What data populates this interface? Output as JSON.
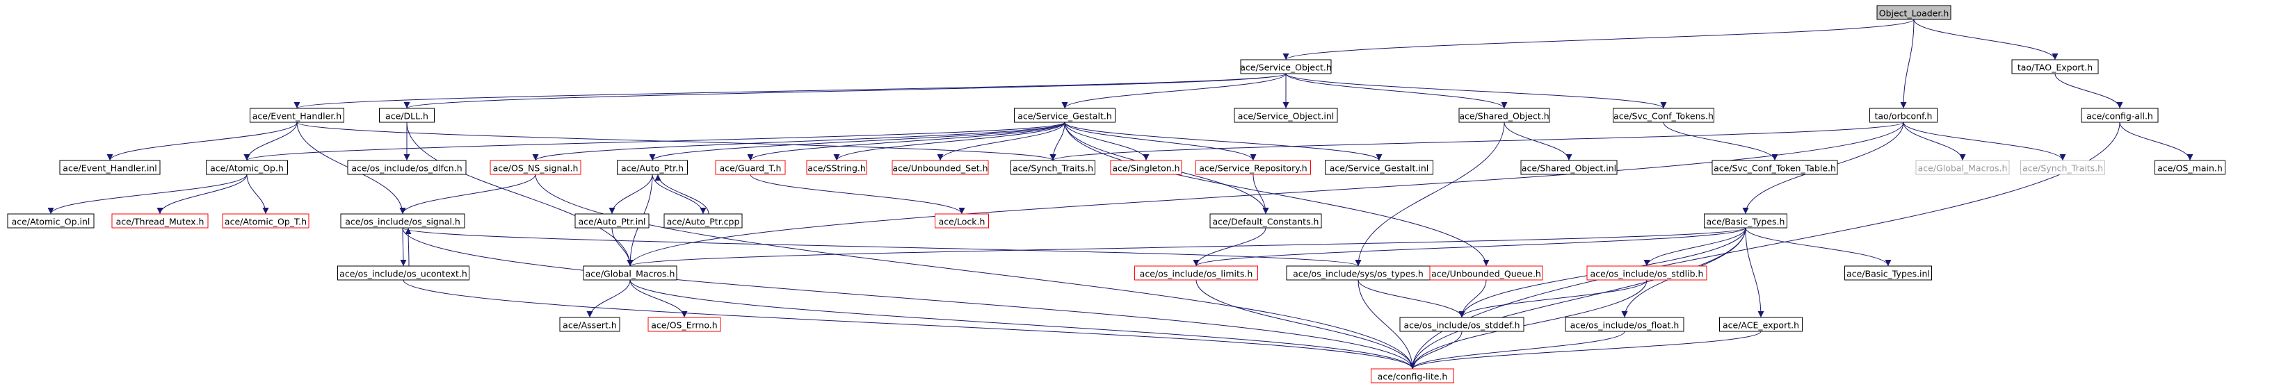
{
  "colors": {
    "edge": "#191970",
    "node_border_normal": "#000000",
    "node_border_missing": "#ff0000",
    "node_border_external": "#bfbfbf",
    "node_fill_root": "#bfbfbf",
    "node_fill": "#ffffff",
    "text_normal": "#000000",
    "text_external": "#9a9a9a"
  },
  "graph": {
    "nodes": [
      {
        "id": "object_loader_h",
        "label": "Object_Loader.h",
        "style": "root"
      },
      {
        "id": "ace_service_object_h",
        "label": "ace/Service_Object.h",
        "style": "normal"
      },
      {
        "id": "tao_tao_export_h",
        "label": "tao/TAO_Export.h",
        "style": "normal"
      },
      {
        "id": "ace_event_handler_h",
        "label": "ace/Event_Handler.h",
        "style": "normal"
      },
      {
        "id": "ace_dll_h",
        "label": "ace/DLL.h",
        "style": "normal"
      },
      {
        "id": "ace_service_gestalt_h",
        "label": "ace/Service_Gestalt.h",
        "style": "normal"
      },
      {
        "id": "ace_service_object_inl",
        "label": "ace/Service_Object.inl",
        "style": "normal"
      },
      {
        "id": "ace_shared_object_h",
        "label": "ace/Shared_Object.h",
        "style": "normal"
      },
      {
        "id": "ace_svc_conf_tokens_h",
        "label": "ace/Svc_Conf_Tokens.h",
        "style": "normal"
      },
      {
        "id": "tao_orbconf_h",
        "label": "tao/orbconf.h",
        "style": "normal"
      },
      {
        "id": "ace_config_all_h",
        "label": "ace/config-all.h",
        "style": "normal"
      },
      {
        "id": "ace_event_handler_inl",
        "label": "ace/Event_Handler.inl",
        "style": "normal"
      },
      {
        "id": "ace_atomic_op_h",
        "label": "ace/Atomic_Op.h",
        "style": "normal"
      },
      {
        "id": "ace_os_include_os_dlfcn_h",
        "label": "ace/os_include/os_dlfcn.h",
        "style": "normal"
      },
      {
        "id": "ace_os_ns_signal_h",
        "label": "ace/OS_NS_signal.h",
        "style": "missing"
      },
      {
        "id": "ace_auto_ptr_h",
        "label": "ace/Auto_Ptr.h",
        "style": "normal"
      },
      {
        "id": "ace_guard_t_h",
        "label": "ace/Guard_T.h",
        "style": "missing"
      },
      {
        "id": "ace_sstring_h",
        "label": "ace/SString.h",
        "style": "missing"
      },
      {
        "id": "ace_unbounded_set_h",
        "label": "ace/Unbounded_Set.h",
        "style": "missing"
      },
      {
        "id": "ace_synch_traits_h",
        "label": "ace/Synch_Traits.h",
        "style": "normal"
      },
      {
        "id": "ace_singleton_h",
        "label": "ace/Singleton.h",
        "style": "missing"
      },
      {
        "id": "ace_service_repository_h",
        "label": "ace/Service_Repository.h",
        "style": "missing"
      },
      {
        "id": "ace_service_gestalt_inl",
        "label": "ace/Service_Gestalt.inl",
        "style": "normal"
      },
      {
        "id": "ace_shared_object_inl",
        "label": "ace/Shared_Object.inl",
        "style": "normal"
      },
      {
        "id": "ace_svc_conf_token_table_h",
        "label": "ace/Svc_Conf_Token_Table.h",
        "style": "normal"
      },
      {
        "id": "ace_global_macros_h_ext",
        "label": "ace/Global_Macros.h",
        "style": "external"
      },
      {
        "id": "ace_synch_traits_h_ext",
        "label": "ace/Synch_Traits.h",
        "style": "external"
      },
      {
        "id": "ace_os_main_h",
        "label": "ace/OS_main.h",
        "style": "normal"
      },
      {
        "id": "ace_atomic_op_inl",
        "label": "ace/Atomic_Op.inl",
        "style": "normal"
      },
      {
        "id": "ace_thread_mutex_h",
        "label": "ace/Thread_Mutex.h",
        "style": "missing"
      },
      {
        "id": "ace_atomic_op_t_h",
        "label": "ace/Atomic_Op_T.h",
        "style": "missing"
      },
      {
        "id": "ace_os_include_os_signal_h",
        "label": "ace/os_include/os_signal.h",
        "style": "normal"
      },
      {
        "id": "ace_auto_ptr_inl",
        "label": "ace/Auto_Ptr.inl",
        "style": "normal"
      },
      {
        "id": "ace_auto_ptr_cpp",
        "label": "ace/Auto_Ptr.cpp",
        "style": "normal"
      },
      {
        "id": "ace_lock_h",
        "label": "ace/Lock.h",
        "style": "missing"
      },
      {
        "id": "ace_default_constants_h",
        "label": "ace/Default_Constants.h",
        "style": "normal"
      },
      {
        "id": "ace_basic_types_h",
        "label": "ace/Basic_Types.h",
        "style": "normal"
      },
      {
        "id": "ace_os_include_os_ucontext_h",
        "label": "ace/os_include/os_ucontext.h",
        "style": "normal"
      },
      {
        "id": "ace_global_macros_h",
        "label": "ace/Global_Macros.h",
        "style": "normal"
      },
      {
        "id": "ace_os_include_os_limits_h",
        "label": "ace/os_include/os_limits.h",
        "style": "missing"
      },
      {
        "id": "ace_os_include_sys_os_types_h",
        "label": "ace/os_include/sys/os_types.h",
        "style": "normal"
      },
      {
        "id": "ace_unbounded_queue_h",
        "label": "ace/Unbounded_Queue.h",
        "style": "missing"
      },
      {
        "id": "ace_os_include_os_stdlib_h",
        "label": "ace/os_include/os_stdlib.h",
        "style": "missing"
      },
      {
        "id": "ace_basic_types_inl",
        "label": "ace/Basic_Types.inl",
        "style": "normal"
      },
      {
        "id": "ace_assert_h",
        "label": "ace/Assert.h",
        "style": "normal"
      },
      {
        "id": "ace_os_errno_h",
        "label": "ace/OS_Errno.h",
        "style": "missing"
      },
      {
        "id": "ace_os_include_os_stddef_h",
        "label": "ace/os_include/os_stddef.h",
        "style": "normal"
      },
      {
        "id": "ace_os_include_os_float_h",
        "label": "ace/os_include/os_float.h",
        "style": "normal"
      },
      {
        "id": "ace_ace_export_h",
        "label": "ace/ACE_export.h",
        "style": "normal"
      },
      {
        "id": "ace_config_lite_h",
        "label": "ace/config-lite.h",
        "style": "missing"
      }
    ],
    "edges": [
      [
        "object_loader_h",
        "ace_service_object_h"
      ],
      [
        "object_loader_h",
        "tao_orbconf_h"
      ],
      [
        "object_loader_h",
        "tao_tao_export_h"
      ],
      [
        "tao_tao_export_h",
        "ace_config_all_h"
      ],
      [
        "ace_config_all_h",
        "ace_os_main_h"
      ],
      [
        "ace_config_all_h",
        "ace_config_lite_h"
      ],
      [
        "ace_service_object_h",
        "ace_event_handler_h"
      ],
      [
        "ace_service_object_h",
        "ace_dll_h"
      ],
      [
        "ace_service_object_h",
        "ace_service_gestalt_h"
      ],
      [
        "ace_service_object_h",
        "ace_service_object_inl"
      ],
      [
        "ace_service_object_h",
        "ace_shared_object_h"
      ],
      [
        "ace_service_object_h",
        "ace_svc_conf_tokens_h"
      ],
      [
        "ace_event_handler_h",
        "ace_event_handler_inl"
      ],
      [
        "ace_event_handler_h",
        "ace_atomic_op_h"
      ],
      [
        "ace_event_handler_h",
        "ace_synch_traits_h"
      ],
      [
        "ace_event_handler_h",
        "ace_os_include_os_signal_h"
      ],
      [
        "ace_dll_h",
        "ace_os_include_os_dlfcn_h"
      ],
      [
        "ace_dll_h",
        "ace_global_macros_h"
      ],
      [
        "ace_service_gestalt_h",
        "ace_atomic_op_h"
      ],
      [
        "ace_service_gestalt_h",
        "ace_os_ns_signal_h"
      ],
      [
        "ace_service_gestalt_h",
        "ace_auto_ptr_h"
      ],
      [
        "ace_service_gestalt_h",
        "ace_guard_t_h"
      ],
      [
        "ace_service_gestalt_h",
        "ace_sstring_h"
      ],
      [
        "ace_service_gestalt_h",
        "ace_unbounded_set_h"
      ],
      [
        "ace_service_gestalt_h",
        "ace_synch_traits_h"
      ],
      [
        "ace_service_gestalt_h",
        "ace_singleton_h"
      ],
      [
        "ace_service_gestalt_h",
        "ace_service_repository_h"
      ],
      [
        "ace_service_gestalt_h",
        "ace_service_gestalt_inl"
      ],
      [
        "ace_service_gestalt_h",
        "ace_default_constants_h"
      ],
      [
        "ace_service_gestalt_h",
        "ace_unbounded_queue_h"
      ],
      [
        "ace_shared_object_h",
        "ace_shared_object_inl"
      ],
      [
        "ace_shared_object_h",
        "ace_os_include_sys_os_types_h"
      ],
      [
        "ace_svc_conf_tokens_h",
        "ace_svc_conf_token_table_h"
      ],
      [
        "tao_orbconf_h",
        "ace_synch_traits_h"
      ],
      [
        "tao_orbconf_h",
        "ace_global_macros_h_ext"
      ],
      [
        "tao_orbconf_h",
        "ace_synch_traits_h_ext"
      ],
      [
        "tao_orbconf_h",
        "ace_basic_types_h"
      ],
      [
        "tao_orbconf_h",
        "ace_global_macros_h"
      ],
      [
        "ace_atomic_op_h",
        "ace_atomic_op_inl"
      ],
      [
        "ace_atomic_op_h",
        "ace_thread_mutex_h"
      ],
      [
        "ace_atomic_op_h",
        "ace_atomic_op_t_h"
      ],
      [
        "ace_os_ns_signal_h",
        "ace_os_include_os_signal_h"
      ],
      [
        "ace_os_ns_signal_h",
        "ace_config_lite_h"
      ],
      [
        "ace_auto_ptr_h",
        "ace_auto_ptr_inl"
      ],
      [
        "ace_auto_ptr_h",
        "ace_auto_ptr_cpp"
      ],
      [
        "ace_auto_ptr_h",
        "ace_global_macros_h"
      ],
      [
        "ace_auto_ptr_cpp",
        "ace_auto_ptr_h"
      ],
      [
        "ace_auto_ptr_inl",
        "ace_global_macros_h"
      ],
      [
        "ace_guard_t_h",
        "ace_lock_h"
      ],
      [
        "ace_service_repository_h",
        "ace_default_constants_h"
      ],
      [
        "ace_default_constants_h",
        "ace_os_include_os_limits_h"
      ],
      [
        "ace_os_include_os_signal_h",
        "ace_os_include_os_ucontext_h"
      ],
      [
        "ace_os_include_os_signal_h",
        "ace_os_include_sys_os_types_h"
      ],
      [
        "ace_os_include_os_signal_h",
        "ace_config_lite_h"
      ],
      [
        "ace_os_include_os_ucontext_h",
        "ace_os_include_os_signal_h"
      ],
      [
        "ace_os_include_os_ucontext_h",
        "ace_config_lite_h"
      ],
      [
        "ace_global_macros_h",
        "ace_assert_h"
      ],
      [
        "ace_global_macros_h",
        "ace_os_errno_h"
      ],
      [
        "ace_global_macros_h",
        "ace_config_lite_h"
      ],
      [
        "ace_basic_types_h",
        "ace_global_macros_h"
      ],
      [
        "ace_basic_types_h",
        "ace_os_include_os_limits_h"
      ],
      [
        "ace_basic_types_h",
        "ace_os_include_os_stdlib_h"
      ],
      [
        "ace_basic_types_h",
        "ace_os_include_os_stddef_h"
      ],
      [
        "ace_basic_types_h",
        "ace_os_include_os_float_h"
      ],
      [
        "ace_basic_types_h",
        "ace_ace_export_h"
      ],
      [
        "ace_basic_types_h",
        "ace_basic_types_inl"
      ],
      [
        "ace_basic_types_h",
        "ace_config_lite_h"
      ],
      [
        "ace_os_include_os_limits_h",
        "ace_config_lite_h"
      ],
      [
        "ace_os_include_sys_os_types_h",
        "ace_os_include_os_stddef_h"
      ],
      [
        "ace_os_include_sys_os_types_h",
        "ace_config_lite_h"
      ],
      [
        "ace_unbounded_queue_h",
        "ace_os_include_os_stddef_h"
      ],
      [
        "ace_os_include_os_stdlib_h",
        "ace_os_include_os_stddef_h"
      ],
      [
        "ace_os_include_os_stdlib_h",
        "ace_config_lite_h"
      ],
      [
        "ace_os_include_os_stddef_h",
        "ace_config_lite_h"
      ],
      [
        "ace_os_include_os_float_h",
        "ace_config_lite_h"
      ],
      [
        "ace_ace_export_h",
        "ace_config_lite_h"
      ]
    ]
  }
}
